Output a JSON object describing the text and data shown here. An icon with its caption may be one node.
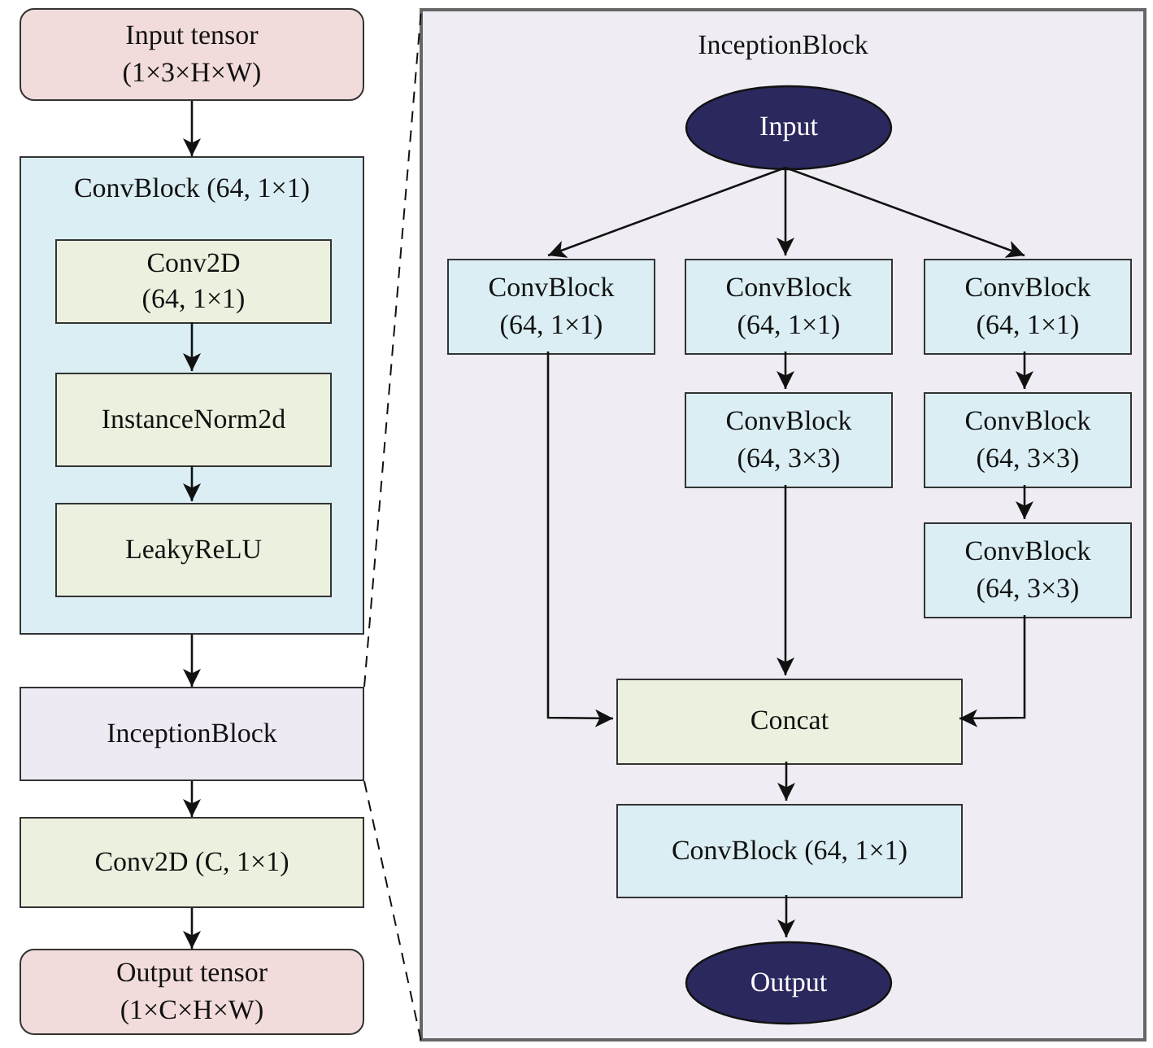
{
  "diagram": {
    "nodes": [
      {
        "text": [
          "Input tensor (1×3×H×W)"
        ]
      },
      {
        "text": [
          "ConvBlock (64, 1×1)"
        ]
      },
      {
        "text": [
          "Conv2D (64, 1×1)"
        ],
        "in": 1
      },
      {
        "text": [
          "InstanceNorm2d"
        ],
        "in": 1
      },
      {
        "text": [
          "LeakyReLU"
        ],
        "in": 1
      },
      {
        "text": [
          "InceptionBlock"
        ]
      },
      {
        "text": [
          "Conv2D (C, 1×1)"
        ]
      },
      {
        "text": [
          "Output tensor (1×C×H×W)"
        ]
      },
      {
        "text": [
          "InceptionBlock"
        ]
      },
      {
        "text": [
          "Input"
        ],
        "in": 8
      },
      {
        "text": [
          "ConvBlock (64, 1×1)"
        ],
        "in": 8
      },
      {
        "text": [
          "ConvBlock (64, 1×1)"
        ],
        "in": 8
      },
      {
        "text": [
          "ConvBlock (64, 1×1)"
        ],
        "in": 8
      },
      {
        "text": [
          "ConvBlock (64, 3×3)"
        ],
        "in": 8
      },
      {
        "text": [
          "ConvBlock (64, 3×3)"
        ],
        "in": 8
      },
      {
        "text": [
          "ConvBlock (64, 3×3)"
        ],
        "in": 8
      },
      {
        "text": [
          "Concat"
        ],
        "in": 8
      },
      {
        "text": [
          "ConvBlock (64, 1×1)"
        ],
        "in": 8
      },
      {
        "text": [
          "Output"
        ],
        "in": 8
      }
    ],
    "edges": [
      {
        "from": 0,
        "to": 1,
        "arrow": "to"
      },
      {
        "from": 2,
        "to": 3,
        "arrow": "to"
      },
      {
        "from": 3,
        "to": 4,
        "arrow": "to"
      },
      {
        "from": 1,
        "to": 5,
        "arrow": "to"
      },
      {
        "from": 5,
        "to": 6,
        "arrow": "to"
      },
      {
        "from": 6,
        "to": 7,
        "arrow": "to"
      },
      {
        "from": 9,
        "to": 10,
        "arrow": "to"
      },
      {
        "from": 9,
        "to": 11,
        "arrow": "to"
      },
      {
        "from": 9,
        "to": 12,
        "arrow": "to"
      },
      {
        "from": 11,
        "to": 13,
        "arrow": "to"
      },
      {
        "from": 12,
        "to": 14,
        "arrow": "to"
      },
      {
        "from": 14,
        "to": 15,
        "arrow": "to"
      },
      {
        "from": 10,
        "to": 16,
        "arrow": "to"
      },
      {
        "from": 13,
        "to": 16,
        "arrow": "to"
      },
      {
        "from": 15,
        "to": 16,
        "arrow": "to"
      },
      {
        "from": 16,
        "to": 17,
        "arrow": "to"
      },
      {
        "from": 17,
        "to": 18,
        "arrow": "to"
      },
      {
        "from": 5,
        "to": 8,
        "arrow": "none",
        "style": "dashed"
      },
      {
        "from": 5,
        "to": 8,
        "arrow": "none",
        "style": "dashed"
      }
    ]
  }
}
